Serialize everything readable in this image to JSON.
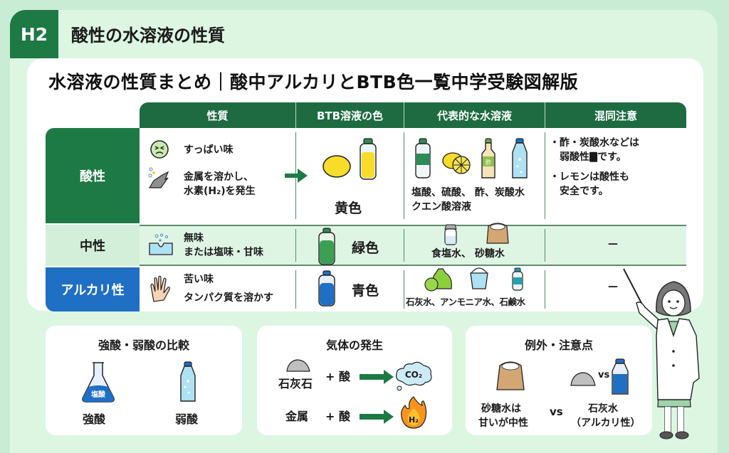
{
  "section": {
    "badge": "H2",
    "heading": "酸性の水溶液の性質"
  },
  "main_title": "水溶液の性質まとめ｜酸中アルカリとBTB色一覧中学受験図解版",
  "table": {
    "headers": [
      "性質",
      "BTB溶液の色",
      "代表的な水溶液",
      "混同注意"
    ],
    "rows": [
      {
        "label": "酸性",
        "properties": [
          "すっぱい味",
          "金属を溶かし、",
          "水素(H₂)を発生"
        ],
        "btb_color": "黄色",
        "examples": [
          "塩酸、硫酸、 酢、炭酸水",
          "クエン酸溶液"
        ],
        "example_icon_label": "酢",
        "notes": [
          "・酢・炭酸水などは",
          "弱酸性🀫です。",
          "・レモンは酸性も",
          "安全です。"
        ]
      },
      {
        "label": "中性",
        "properties": [
          "無味",
          "または塩味・甘味"
        ],
        "btb_color": "緑色",
        "examples": [
          "食塩水、 砂糖水"
        ],
        "notes": [
          "—"
        ]
      },
      {
        "label": "アルカリ性",
        "properties": [
          "苦い味",
          "タンパク質を溶かす"
        ],
        "btb_color": "青色",
        "examples": [
          "石灰水、アンモニア水、石鹸水"
        ],
        "notes": [
          "—"
        ]
      }
    ]
  },
  "cards": {
    "compare": {
      "title": "強酸・弱酸の比較",
      "flask_label": "塩酸",
      "strong": "強酸",
      "weak": "弱酸"
    },
    "gas": {
      "title": "気体の発生",
      "row1_left": "石灰石",
      "row1_mid": "+ 酸",
      "row1_gas": "CO₂",
      "row2_left": "金属",
      "row2_mid": "+ 酸",
      "row2_gas": "H₂"
    },
    "exceptions": {
      "title": "例外・注意点",
      "left1": "砂糖水は",
      "left2": "甘いが中性",
      "vs_small": "vs",
      "vs_big": "vs",
      "right1": "石灰水",
      "right2": "（アルカリ性）"
    }
  },
  "colors": {
    "green_dark": "#1e6b42",
    "green": "#1e7a45",
    "blue": "#1f6fc4",
    "panel": "#dcf6e2",
    "yellow": "#f7dc2a"
  }
}
